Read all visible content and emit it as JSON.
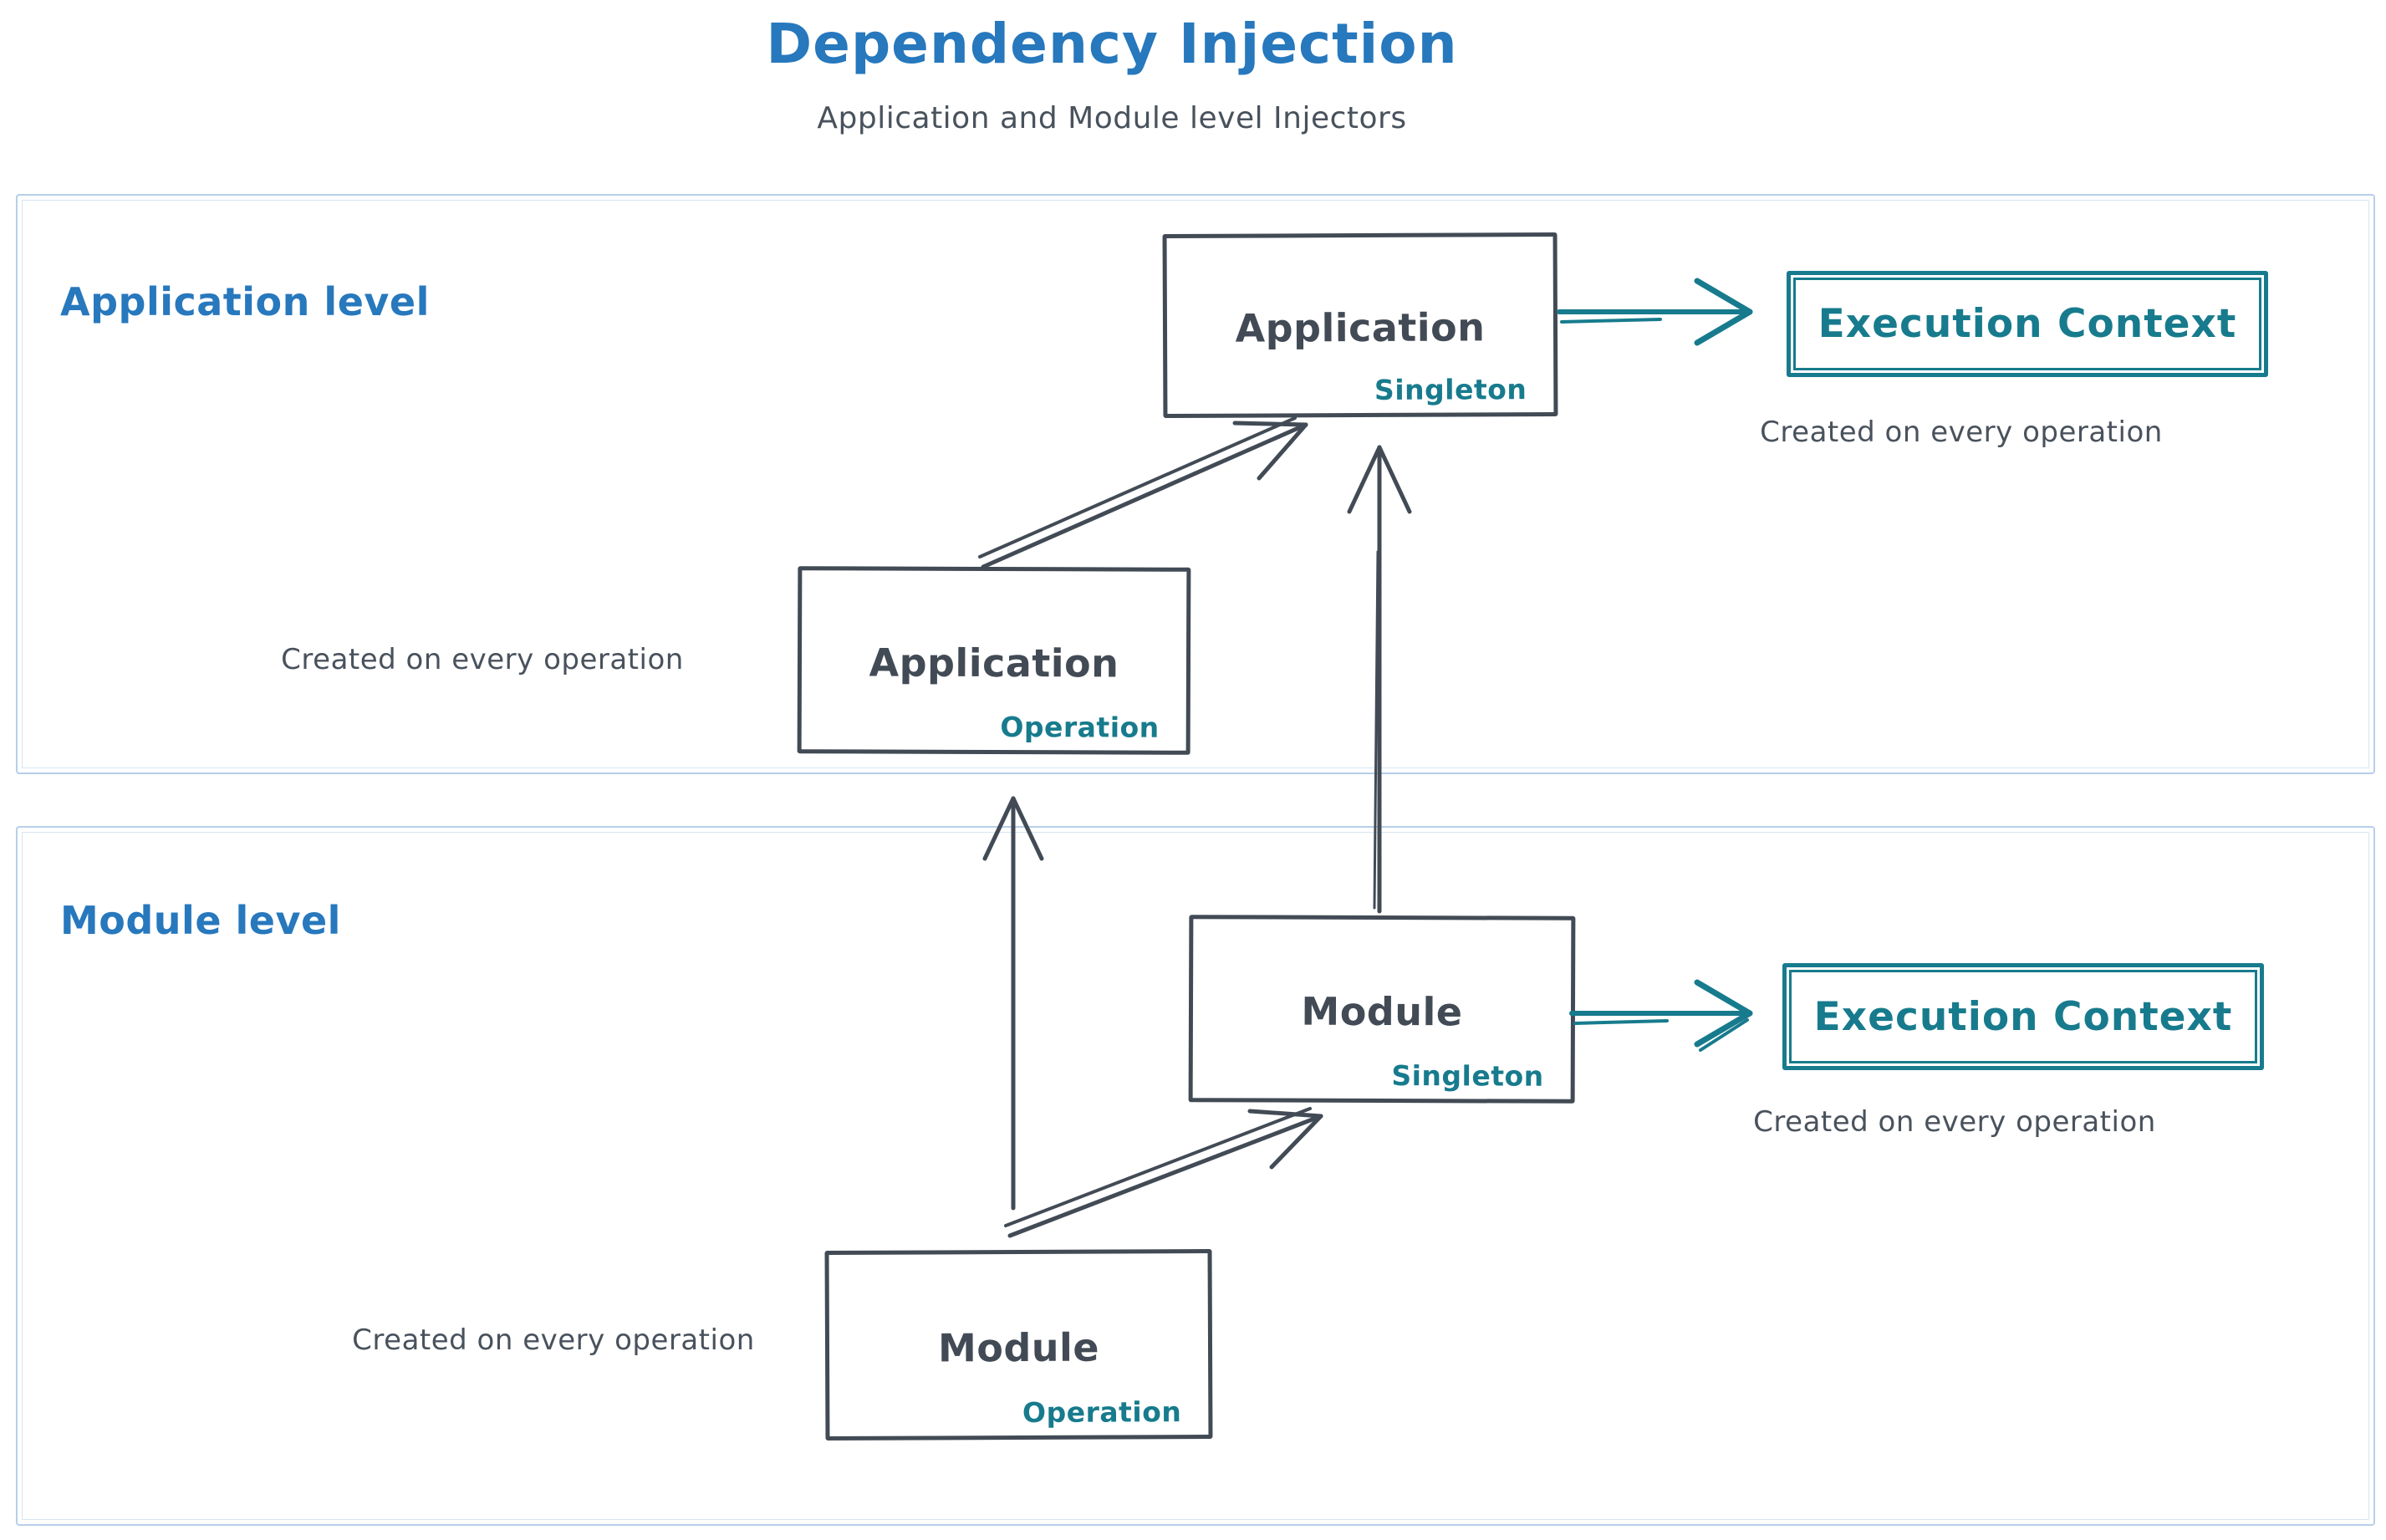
{
  "header": {
    "title": "Dependency Injection",
    "subtitle": "Application and Module level Injectors"
  },
  "colors": {
    "accent_blue": "#2778bd",
    "ink": "#424b55",
    "teal": "#177b8d",
    "container_border": "#b6cfea"
  },
  "sections": {
    "application": {
      "label": "Application level",
      "singleton_box": {
        "title": "Application",
        "badge": "Singleton"
      },
      "operation_box": {
        "title": "Application",
        "badge": "Operation"
      },
      "execution_context": {
        "label": "Execution Context"
      },
      "execution_caption": "Created on every operation",
      "operation_caption": "Created on every operation"
    },
    "module": {
      "label": "Module level",
      "singleton_box": {
        "title": "Module",
        "badge": "Singleton"
      },
      "operation_box": {
        "title": "Module",
        "badge": "Operation"
      },
      "execution_context": {
        "label": "Execution Context"
      },
      "execution_caption": "Created on every operation",
      "operation_caption": "Created on every operation"
    }
  },
  "edges": [
    {
      "from": "application-operation",
      "to": "application-singleton",
      "color": "ink"
    },
    {
      "from": "module-singleton",
      "to": "application-singleton",
      "color": "ink"
    },
    {
      "from": "module-operation",
      "to": "application-operation",
      "color": "ink"
    },
    {
      "from": "module-operation",
      "to": "module-singleton",
      "color": "ink"
    },
    {
      "from": "application-singleton",
      "to": "application-execution-context",
      "color": "teal"
    },
    {
      "from": "module-singleton",
      "to": "module-execution-context",
      "color": "teal"
    }
  ]
}
